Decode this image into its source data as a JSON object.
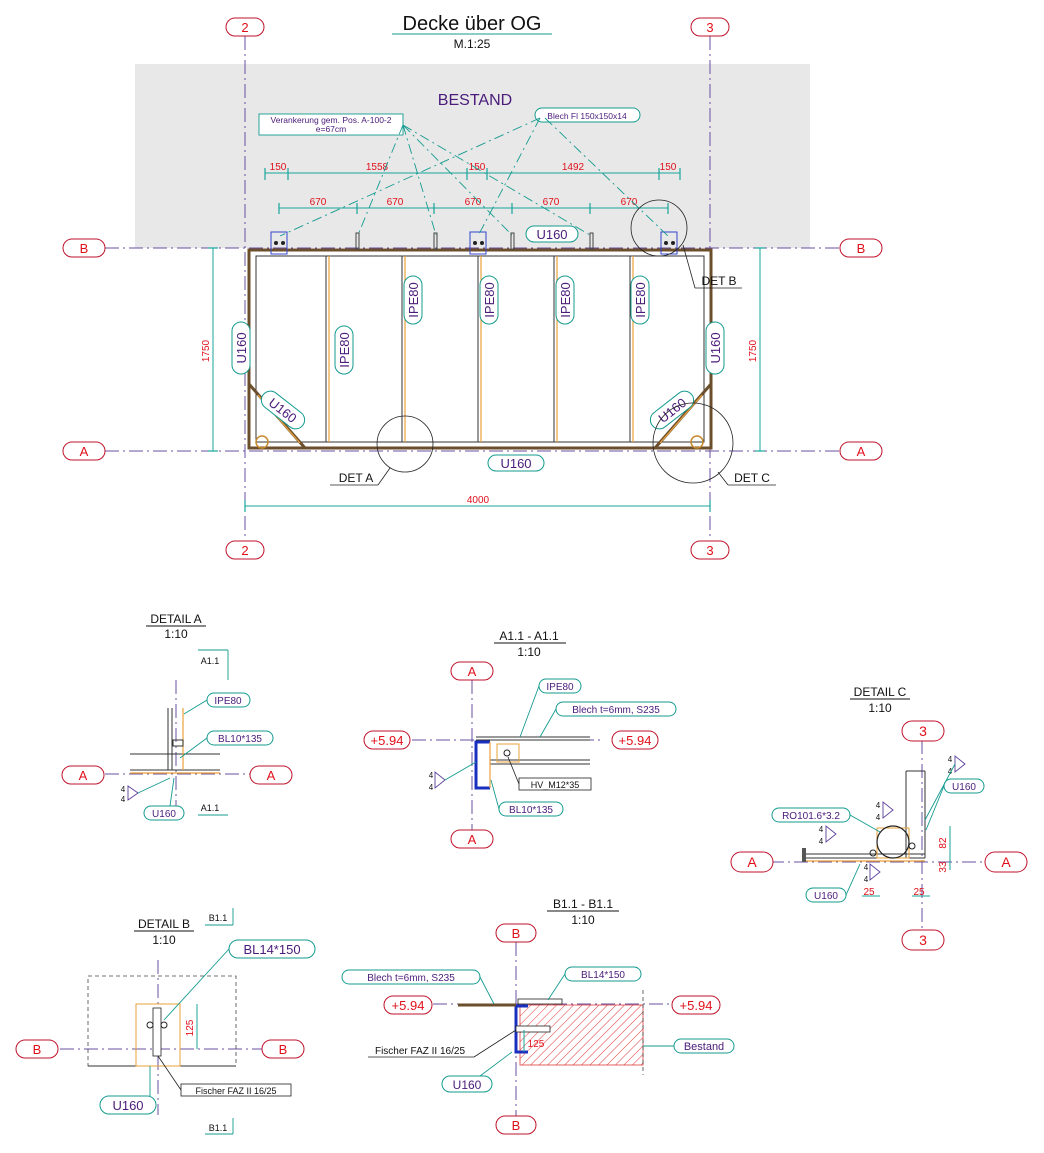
{
  "drawing": {
    "title": "Decke über OG",
    "scale": "M.1:25",
    "existing_label": "BESTAND",
    "axes": {
      "axis_2": "2",
      "axis_3": "3",
      "axis_a": "A",
      "axis_b": "B"
    },
    "callouts": {
      "anchorage": "Verankerung gem. Pos. A-100-2",
      "anchorage_spacing": "e=67cm",
      "plate": "Blech Fl 150x150x14"
    },
    "top_dims": [
      "150",
      "1558",
      "150",
      "1492",
      "150"
    ],
    "second_dims": [
      "670",
      "670",
      "670",
      "670",
      "670"
    ],
    "dim_height": "1750",
    "dim_width": "4000",
    "members": {
      "u160": "U160",
      "ipe80": "IPE80"
    },
    "det_a": "DET A",
    "det_b": "DET B",
    "det_c": "DET C"
  },
  "detail_a": {
    "title": "DETAIL  A",
    "scale": "1:10",
    "section": "A1.1",
    "ipe": "IPE80",
    "plate": "BL10*135",
    "u160": "U160",
    "weld": "4",
    "axis": "A"
  },
  "section_a11": {
    "title": "A1.1  - A1.1",
    "scale": "1:10",
    "axis": "A",
    "level": "+5.94",
    "ipe": "IPE80",
    "sheet": "Blech t=6mm, S235",
    "bolt": "HV_M12*35",
    "plate": "BL10*135",
    "weld": "4"
  },
  "detail_c": {
    "title": "DETAIL  C",
    "scale": "1:10",
    "axis3": "3",
    "axisA": "A",
    "u160_top": "U160",
    "pipe": "RO101.6*3.2",
    "u160": "U160",
    "weld": "4",
    "dim25a": "25",
    "dim25b": "25",
    "dim33": "33",
    "dim82": "82"
  },
  "detail_b": {
    "title": "DETAIL  B",
    "scale": "1:10",
    "section": "B1.1",
    "plate": "BL14*150",
    "dim125": "125",
    "anchor": "Fischer  FAZ II 16/25",
    "u160": "U160",
    "axis": "B"
  },
  "section_b11": {
    "title": "B1.1  - B1.1",
    "scale": "1:10",
    "axis": "B",
    "level": "+5.94",
    "sheet": "Blech t=6mm, S235",
    "plate": "BL14*150",
    "dim125": "125",
    "anchor": "Fischer  FAZ II 16/25",
    "existing": "Bestand",
    "u160": "U160"
  }
}
